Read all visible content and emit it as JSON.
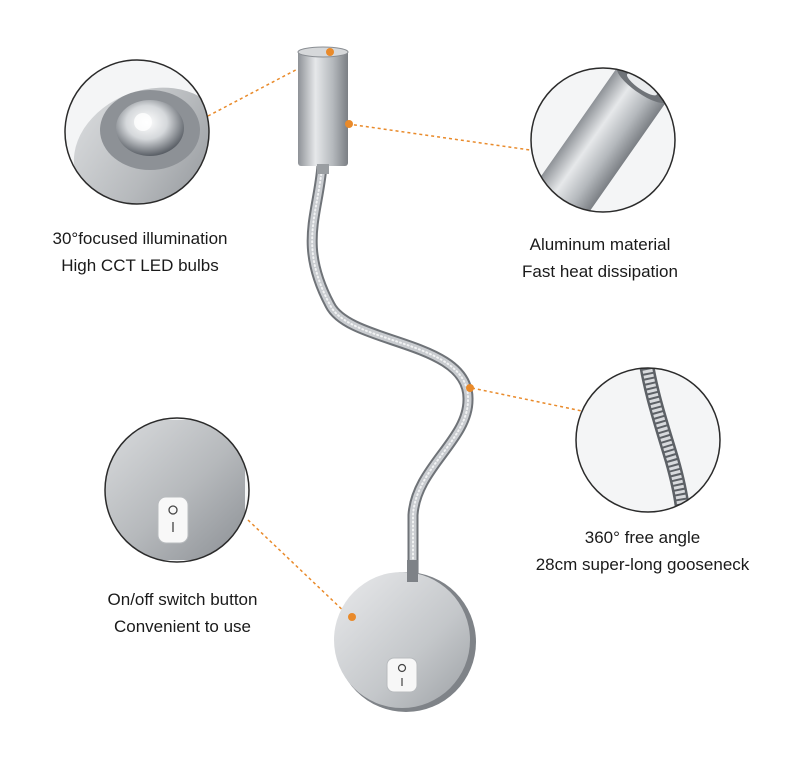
{
  "features": {
    "lens": {
      "line1": "30°focused illumination",
      "line2": "High CCT LED bulbs"
    },
    "material": {
      "line1": "Aluminum material",
      "line2": "Fast heat dissipation"
    },
    "gooseneck": {
      "line1": "360° free angle",
      "line2": "28cm super-long gooseneck"
    },
    "switch": {
      "line1": "On/off switch button",
      "line2": "Convenient to use"
    }
  },
  "colors": {
    "accent": "#e98a2a",
    "metal": "#b9bcc0",
    "circle_border": "#2b2b2b"
  }
}
